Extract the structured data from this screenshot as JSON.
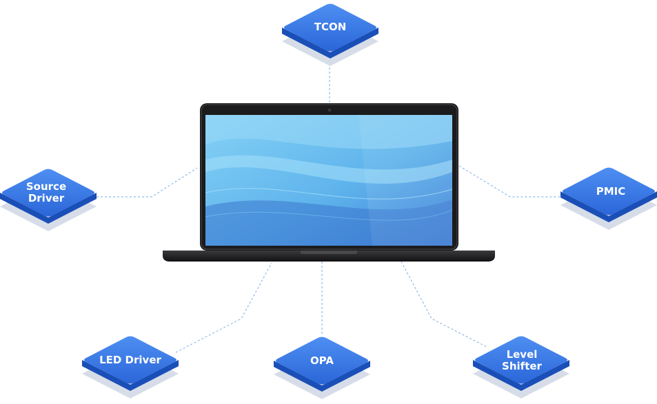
{
  "diagram": {
    "center": {
      "name": "laptop",
      "icon": "laptop-icon"
    },
    "nodes": [
      {
        "id": "tcon",
        "label": "TCON"
      },
      {
        "id": "source-driver",
        "label": "Source\nDriver"
      },
      {
        "id": "pmic",
        "label": "PMIC"
      },
      {
        "id": "led-driver",
        "label": "LED Driver"
      },
      {
        "id": "opa",
        "label": "OPA"
      },
      {
        "id": "level-shifter",
        "label": "Level\nShifter"
      }
    ],
    "colors": {
      "node_top": "#2f6fe0",
      "node_top_light": "#4a8cf0",
      "node_side": "#1a4fb8",
      "node_shadow": "#d7dde8",
      "connector": "#8fb8e8",
      "screen_light": "#7ccaf3",
      "screen_dark": "#3f82d6",
      "bezel": "#1b1b1d"
    }
  }
}
